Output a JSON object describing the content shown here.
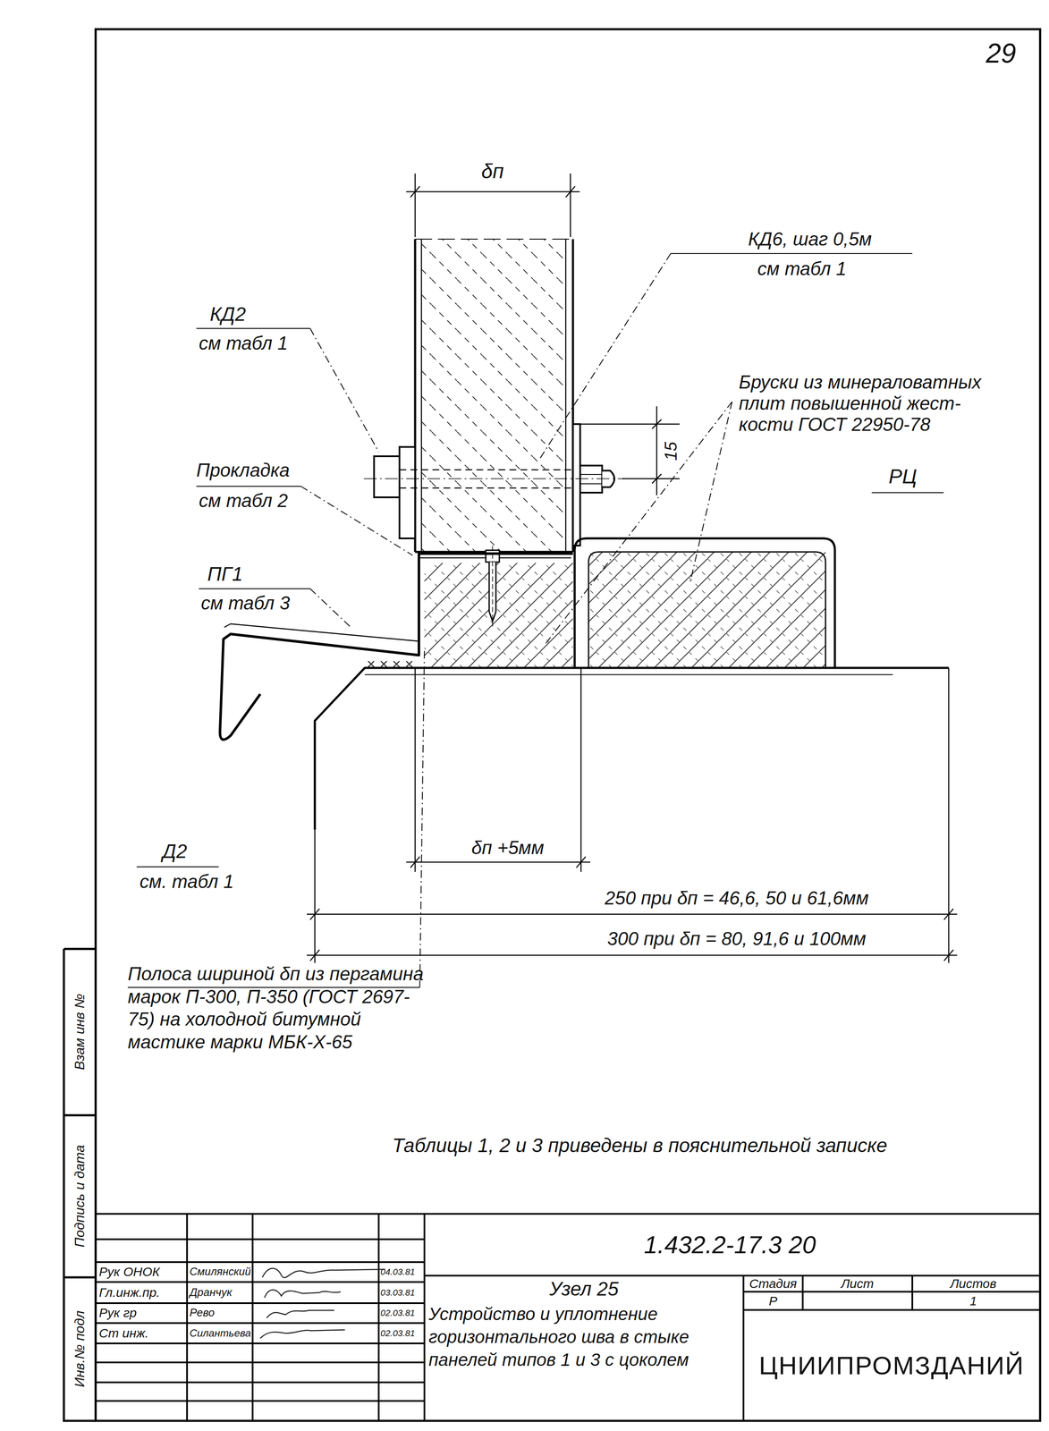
{
  "diagram": {
    "labels": [
      "29",
      "δп",
      "КД6, шаг 0,5м",
      "см табл 1",
      "КД2",
      "см табл 1",
      "Бруски из минераловатных плит повышенной жест- кости ГОСТ 22950-78",
      "15",
      "Прокладка",
      "см табл 2",
      "РЦ",
      "ПГ1",
      "см табл 3",
      "Д2",
      "см. табл 1",
      "δп +5мм",
      "250 при δп = 46,6, 50 и 61,6мм",
      "300 при δп = 80, 91,6 и 100мм",
      "Полоса шириной δп из пергамина марок П-300, П-350 (ГОСТ 2697-75) на холодной битумной мастике марки МБК-Х-65",
      "Таблицы 1, 2 и 3 приведены в пояснительной записке",
      "Взам инв №",
      "Подпись и дата",
      "Инв.№ подл",
      "1.432.2-17.3 20",
      "Рук ОНОК",
      "Смилянский",
      "04.03.81",
      "Гл.инж.пр.",
      "Дранчук",
      "03.03.81",
      "Рук гр",
      "Рево",
      "02.03.81",
      "Ст инж.",
      "Силантьева",
      "02.03.81",
      "Узел 25",
      "Устройство и уплотнение горизонтального шва в стыке панелей типов 1 и 3 с цоколем",
      "Стадия",
      "Лист",
      "Листов",
      "Р",
      "1",
      "ЦНИИПРОМЗДАНИЙ"
    ]
  }
}
